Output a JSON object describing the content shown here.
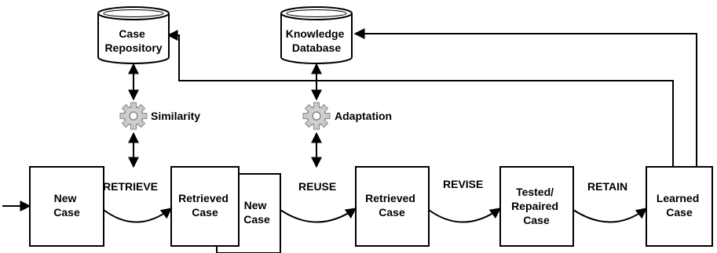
{
  "nodes": {
    "new_case": [
      "New",
      "Case"
    ],
    "retrieved_case_1": [
      "Retrieved",
      "Case"
    ],
    "new_case_2": [
      "New",
      "Case"
    ],
    "retrieved_case_2": [
      "Retrieved",
      "Case"
    ],
    "tested_case": [
      "Tested/",
      "Repaired",
      "Case"
    ],
    "learned_case": [
      "Learned",
      "Case"
    ]
  },
  "databases": {
    "case_repository": [
      "Case",
      "Repository"
    ],
    "knowledge_database": [
      "Knowledge",
      "Database"
    ]
  },
  "processes": {
    "similarity": "Similarity",
    "adaptation": "Adaptation"
  },
  "steps": {
    "retrieve": "RETRIEVE",
    "reuse": "REUSE",
    "revise": "REVISE",
    "retain": "RETAIN"
  },
  "icons": {
    "gear": "gear-icon",
    "database": "database-icon"
  },
  "colors": {
    "gear_fill": "#c8c8c8",
    "gear_stroke": "#8a8a8a",
    "line": "#000000"
  }
}
